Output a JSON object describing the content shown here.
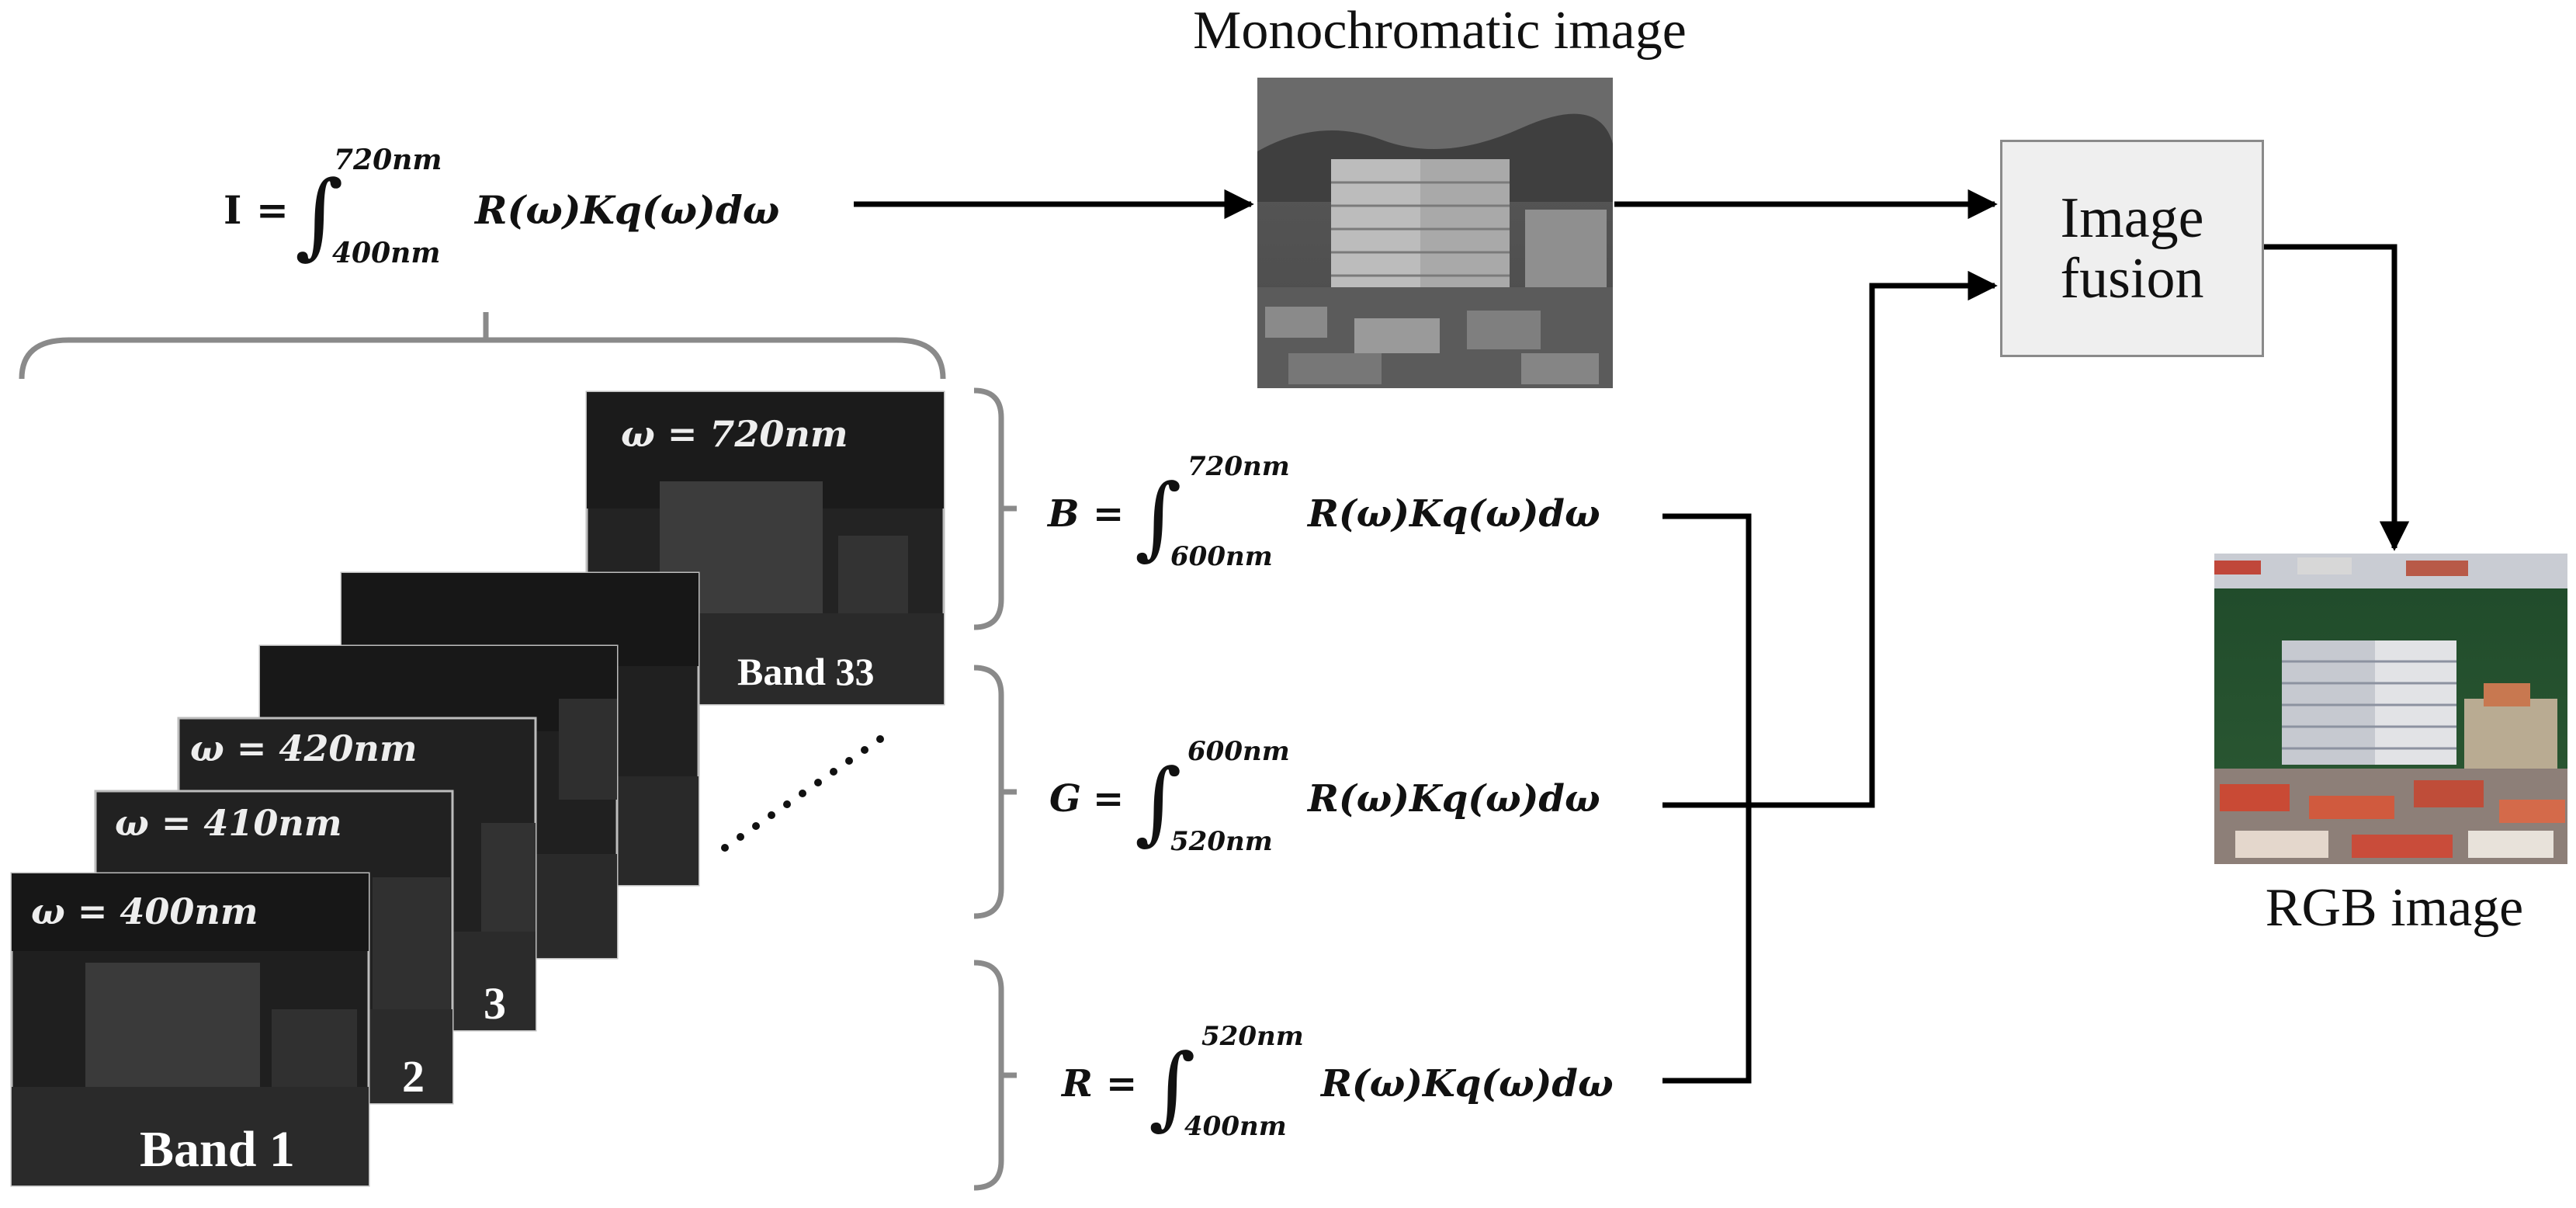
{
  "top_formula": {
    "lhs": "I",
    "upper": "720nm",
    "lower": "400nm",
    "integrand": "R(ω)Kq(ω)dω"
  },
  "monochromatic_label": "Monochromatic image",
  "fusion_box": {
    "line1": "Image",
    "line2": "fusion"
  },
  "rgb_label": "RGB image",
  "bands": [
    {
      "omega": "ω = 400nm",
      "tag": "Band 1"
    },
    {
      "omega": "ω = 410nm",
      "tag": "2"
    },
    {
      "omega": "ω = 420nm",
      "tag": "3"
    },
    {
      "omega": "",
      "tag": ""
    },
    {
      "omega": "",
      "tag": ""
    },
    {
      "omega": "ω = 720nm",
      "tag": "Band 33"
    }
  ],
  "channel_formulas": [
    {
      "lhs": "B",
      "upper": "720nm",
      "lower": "600nm",
      "integrand": "R(ω)Kq(ω)dω"
    },
    {
      "lhs": "G",
      "upper": "600nm",
      "lower": "520nm",
      "integrand": "R(ω)Kq(ω)dω"
    },
    {
      "lhs": "R",
      "upper": "520nm",
      "lower": "400nm",
      "integrand": "R(ω)Kq(ω)dω"
    }
  ],
  "colors": {
    "arrow": "#000000",
    "bracket": "#8a8a8a",
    "fusion_fill": "#efefef",
    "band_bg": "#1e1e1e",
    "band_text": "#eeeeee"
  }
}
